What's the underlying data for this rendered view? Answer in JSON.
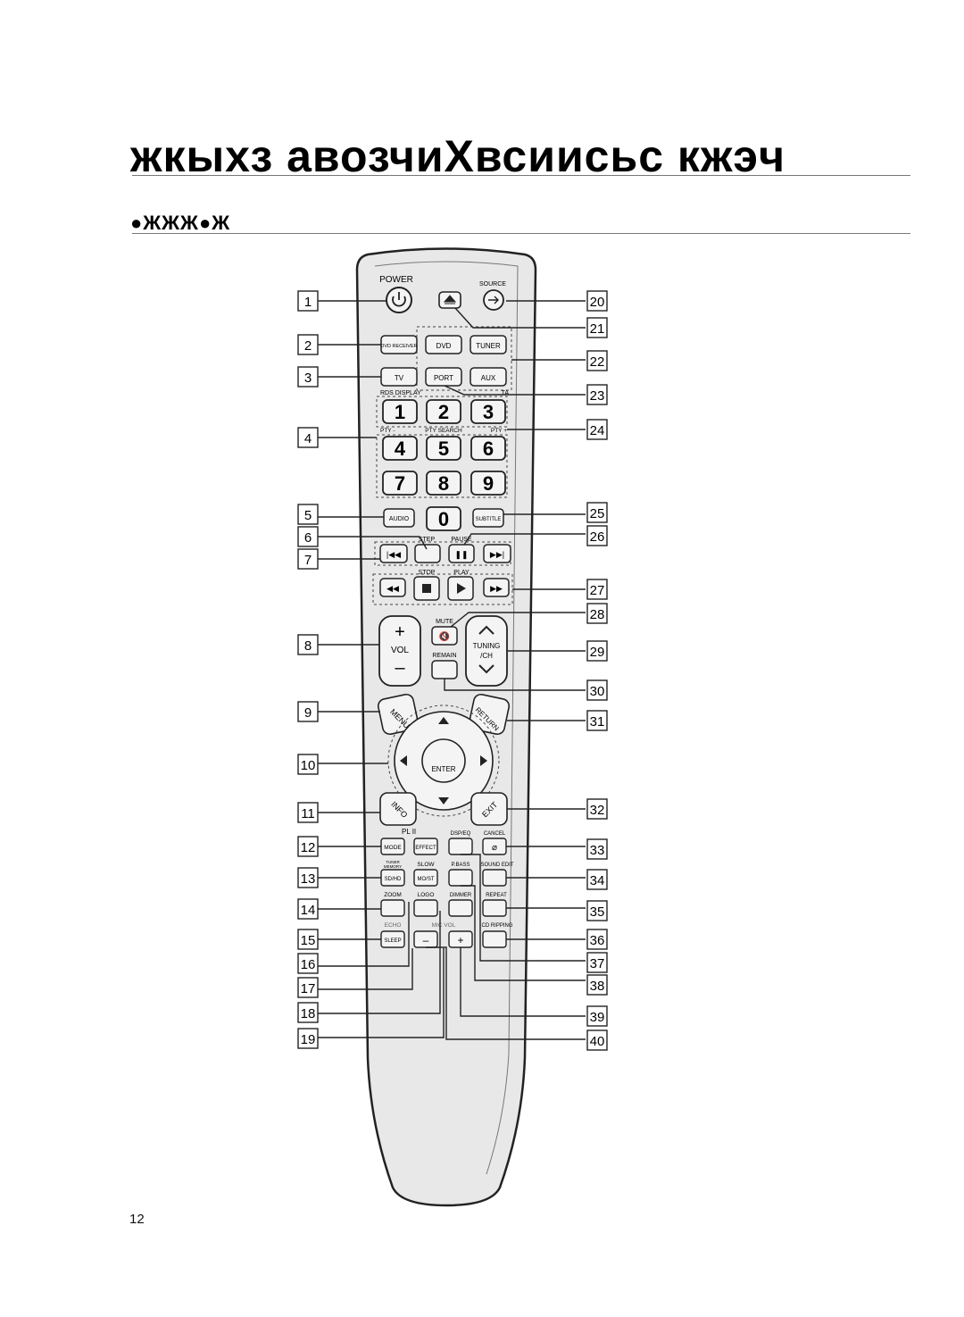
{
  "header": {
    "title": "жкыхз авозчиХвсиисьс кжэч",
    "subtitle": "●ЖЖЖ●Ж"
  },
  "page_number": "12",
  "remote": {
    "labels": {
      "power": "POWER",
      "source": "SOURCE",
      "dvd_receiver": "DVD RECEIVER",
      "dvd": "DVD",
      "tuner": "TUNER",
      "tv": "TV",
      "port": "PORT",
      "aux": "AUX",
      "rds_display": "RDS DISPLAY",
      "ta": "TA",
      "pty_minus": "PTY -",
      "pty_search": "PTY SEARCH",
      "pty_plus": "PTY +",
      "audio": "AUDIO",
      "subtitle": "SUBTITLE",
      "step": "STEP",
      "pause": "PAUSE",
      "stop": "STOP",
      "play": "PLAY",
      "mute": "MUTE",
      "vol": "VOL",
      "remain": "REMAIN",
      "tuning": "TUNING",
      "ch": "/CH",
      "menu": "MENU",
      "return": "RETURN",
      "enter": "ENTER",
      "info": "INFO",
      "exit": "EXIT",
      "pl2": "PL II",
      "mode": "MODE",
      "effect": "EFFECT",
      "dsp_eq": "DSP/EQ",
      "cancel": "CANCEL",
      "tuner_memory_1": "TUNER",
      "tuner_memory_2": "MEMORY",
      "slow": "SLOW",
      "pbass": "P.BASS",
      "sound_edit": "SOUND EDIT",
      "sd_hd": "SD/HD",
      "mo_st": "MO/ST",
      "zoom": "ZOOM",
      "logo": "LOGO",
      "dimmer": "DIMMER",
      "repeat": "REPEAT",
      "echo": "ECHO",
      "mic_vol": "MIC VOL",
      "cd_ripping": "CD RIPPING",
      "sleep": "SLEEP"
    },
    "digits": [
      "1",
      "2",
      "3",
      "4",
      "5",
      "6",
      "7",
      "8",
      "9",
      "0"
    ]
  },
  "callouts": {
    "left": [
      "1",
      "2",
      "3",
      "4",
      "5",
      "6",
      "7",
      "8",
      "9",
      "10",
      "11",
      "12",
      "13",
      "14",
      "15",
      "16",
      "17",
      "18",
      "19"
    ],
    "right": [
      "20",
      "21",
      "22",
      "23",
      "24",
      "25",
      "26",
      "27",
      "28",
      "29",
      "30",
      "31",
      "32",
      "33",
      "34",
      "35",
      "36",
      "37",
      "38",
      "39",
      "40"
    ]
  }
}
